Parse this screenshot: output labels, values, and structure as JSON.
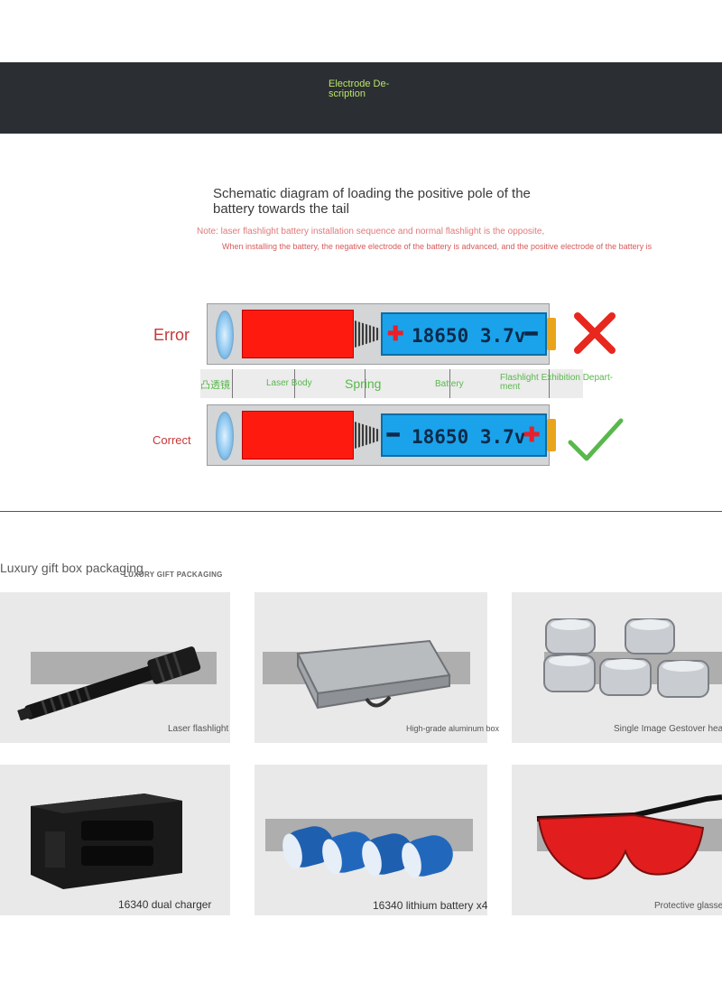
{
  "banner": {
    "title": "Electrode De-scription"
  },
  "schematic": {
    "title": "Schematic diagram of loading the positive pole of the battery towards the tail",
    "note_line1": "Note: laser flashlight battery installation sequence and normal flashlight is the opposite,",
    "note_line2": "When installing the battery, the negative electrode of the battery is advanced, and the positive electrode of the battery is",
    "error_label": "Error",
    "correct_label": "Correct",
    "battery_text": "18650  3.7v",
    "parts": {
      "lens": "凸透镜",
      "laser_body": "Laser Body",
      "spring": "Spring",
      "battery": "Battery",
      "flashlight": "Flashlight Exhibition Depart-ment"
    },
    "colors": {
      "error": "#c63838",
      "correct": "#59b84c",
      "battery": "#1aa3ea",
      "body": "#ff1a0f"
    }
  },
  "packaging": {
    "title": "Luxury gift box packaging",
    "subtitle": "LUXURY GIFT PACKAGING",
    "items": [
      {
        "label": "Laser flashlight"
      },
      {
        "label": "High-grade aluminum box"
      },
      {
        "label": "Single Image Gestover head"
      },
      {
        "label": "16340 dual charger"
      },
      {
        "label": "16340 lithium battery x4"
      },
      {
        "label": "Protective glasses"
      }
    ]
  }
}
